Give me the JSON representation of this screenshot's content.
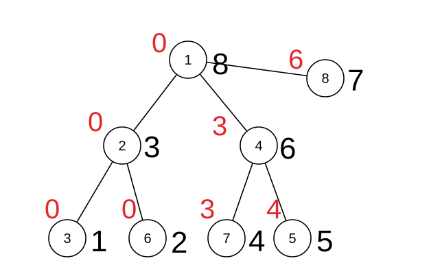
{
  "colors": {
    "tag": "#e0282e",
    "stroke": "#000000",
    "text": "#000000"
  },
  "nodes": [
    {
      "id": "1",
      "value": "8",
      "tag": "0"
    },
    {
      "id": "2",
      "value": "3",
      "tag": "0"
    },
    {
      "id": "4",
      "value": "6",
      "tag": "3"
    },
    {
      "id": "8",
      "value": "7",
      "tag": "6"
    },
    {
      "id": "3",
      "value": "1",
      "tag": "0"
    },
    {
      "id": "6",
      "value": "2",
      "tag": "0"
    },
    {
      "id": "7",
      "value": "4",
      "tag": "3"
    },
    {
      "id": "5",
      "value": "5",
      "tag": "4"
    }
  ],
  "edges": [
    {
      "from": "1",
      "to": "2"
    },
    {
      "from": "1",
      "to": "4"
    },
    {
      "from": "1",
      "to": "8"
    },
    {
      "from": "2",
      "to": "3"
    },
    {
      "from": "2",
      "to": "6"
    },
    {
      "from": "4",
      "to": "7"
    },
    {
      "from": "4",
      "to": "5"
    }
  ]
}
